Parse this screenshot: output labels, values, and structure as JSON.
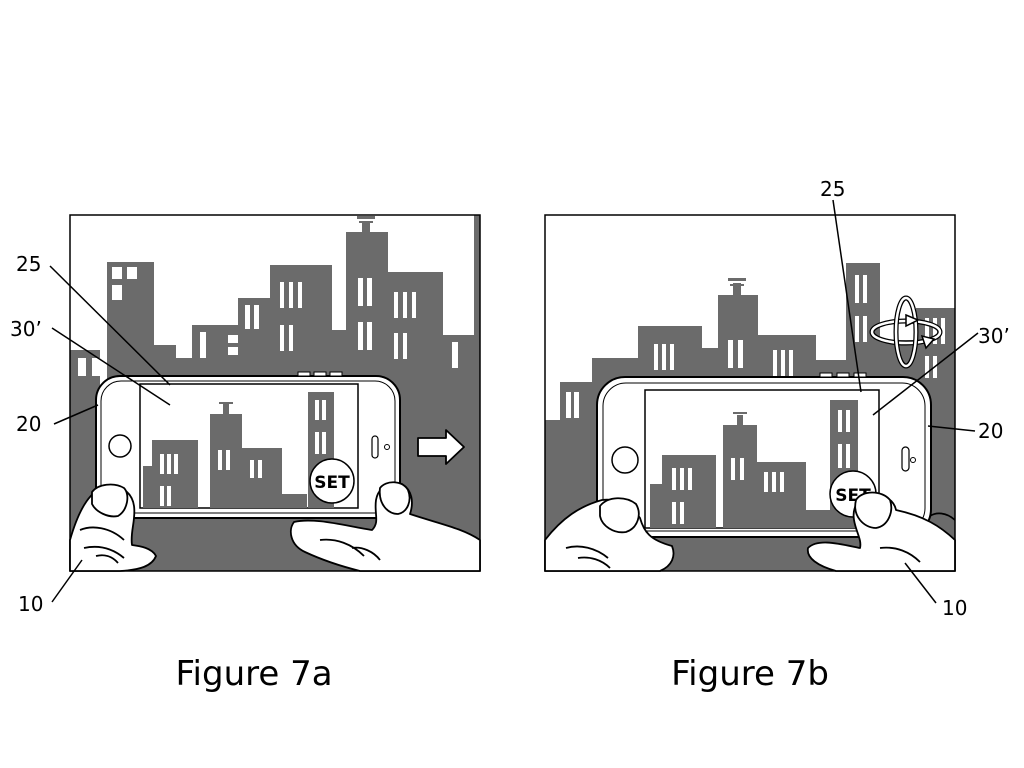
{
  "figures": [
    {
      "caption": "Figure 7a",
      "callouts": {
        "screen": "25",
        "image": "30’",
        "device": "20",
        "hand": "10"
      },
      "set_button": "SET",
      "icons": [
        "right-arrow-icon",
        "camera-icon",
        "hands-icon"
      ]
    },
    {
      "caption": "Figure 7b",
      "callouts": {
        "screen": "25",
        "image": "30’",
        "device": "20",
        "hand": "10"
      },
      "set_button": "SET",
      "icons": [
        "rotation-icon",
        "camera-icon",
        "hands-icon"
      ]
    }
  ],
  "colors": {
    "building": "#6b6b6b",
    "line": "#000000",
    "paper": "#ffffff"
  }
}
